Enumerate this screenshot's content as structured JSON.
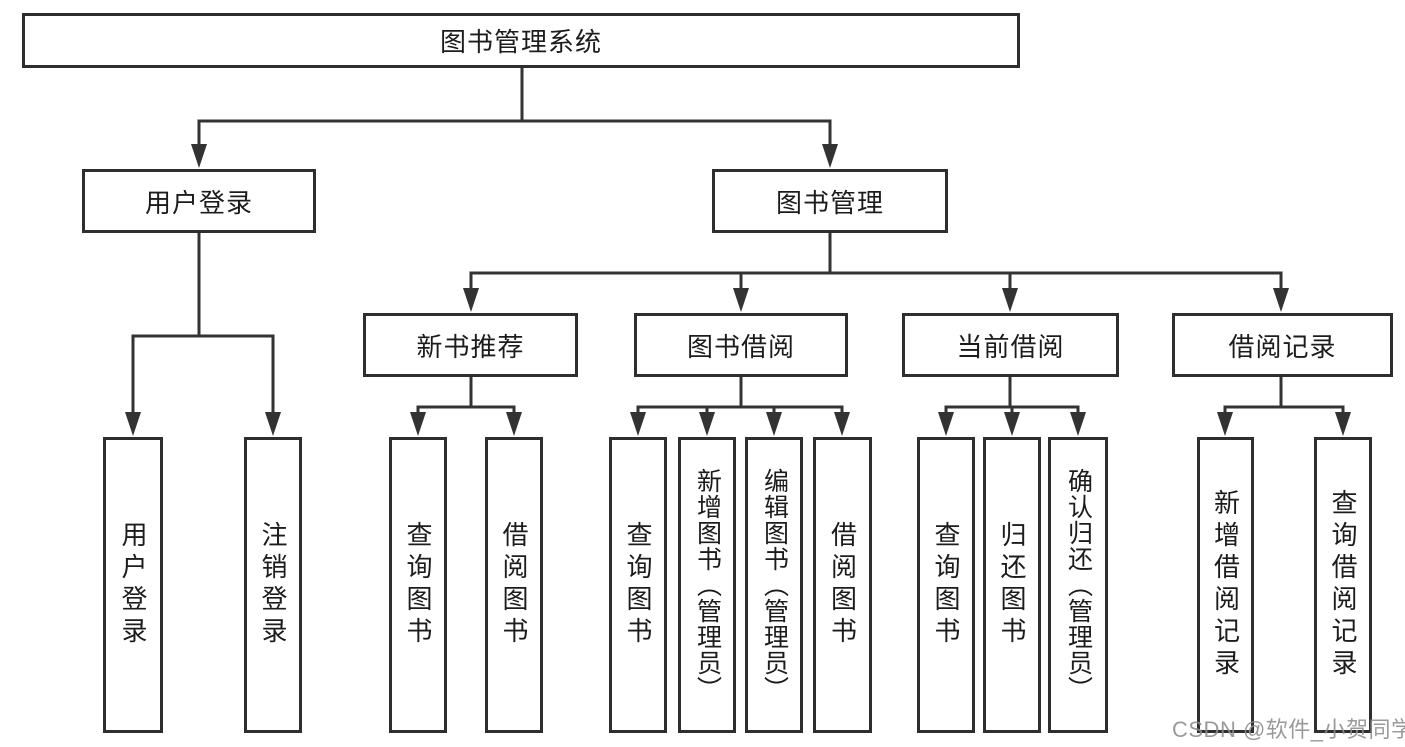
{
  "nodes": {
    "root": {
      "label": "图书管理系统"
    },
    "branches": [
      {
        "label": "用户登录",
        "leaves": [
          "用户登录",
          "注销登录"
        ]
      },
      {
        "label": "图书管理",
        "children": [
          {
            "label": "新书推荐",
            "leaves": [
              "查询图书",
              "借阅图书"
            ]
          },
          {
            "label": "图书借阅",
            "leaves": [
              "查询图书",
              "新增图书（管理员）",
              "编辑图书（管理员）",
              "借阅图书"
            ]
          },
          {
            "label": "当前借阅",
            "leaves": [
              "查询图书",
              "归还图书",
              "确认归还（管理员）"
            ]
          },
          {
            "label": "借阅记录",
            "leaves": [
              "新增借阅记录",
              "查询借阅记录"
            ]
          }
        ]
      }
    ]
  },
  "watermark": {
    "text": "CSDN @软件_小贺同学"
  },
  "colors": {
    "line": "#333333",
    "box_border": "#2e2e2e",
    "text": "#1c1c1c",
    "watermark": "#8d8d8d",
    "background": "#ffffff"
  }
}
